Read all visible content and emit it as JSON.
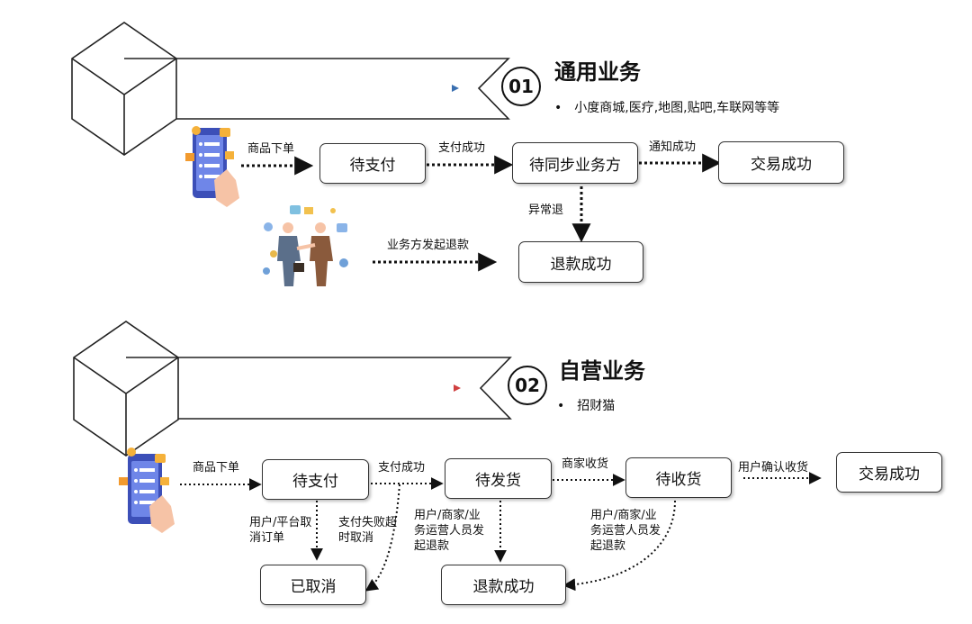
{
  "section1": {
    "number": "01",
    "title": "通用业务",
    "bullet": "小度商城,医疗,地图,贴吧,车联网等等",
    "nodes": {
      "pending_pay": "待支付",
      "pending_sync": "待同步业务方",
      "trade_success": "交易成功",
      "refund_success": "退款成功"
    },
    "edges": {
      "order": "商品下单",
      "paid": "支付成功",
      "notified": "通知成功",
      "abnormal_refund": "异常退",
      "biz_refund": "业务方发起退款"
    }
  },
  "section2": {
    "number": "02",
    "title": "自营业务",
    "bullet": "招财猫",
    "nodes": {
      "pending_pay": "待支付",
      "pending_ship": "待发货",
      "pending_receive": "待收货",
      "trade_success": "交易成功",
      "cancelled": "已取消",
      "refund_success": "退款成功"
    },
    "edges": {
      "order": "商品下单",
      "paid": "支付成功",
      "merchant_receive": "商家收货",
      "user_confirm": "用户确认收货",
      "user_cancel": "用户/平台取消订单",
      "pay_fail": "支付失败超时取消",
      "refund_ship": "用户/商家/业务运营人员发起退款",
      "refund_receive": "用户/商家/业务运营人员发起退款"
    }
  }
}
